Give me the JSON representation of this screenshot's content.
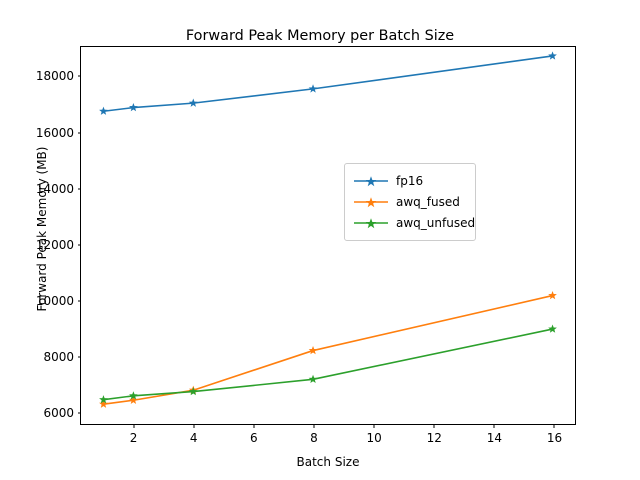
{
  "chart_data": {
    "type": "line",
    "title": "Forward Peak Memory per Batch Size",
    "xlabel": "Batch Size",
    "ylabel": "Forward Peak Memory (MB)",
    "x": [
      1,
      2,
      4,
      8,
      16
    ],
    "xlim": [
      0.25,
      16.75
    ],
    "ylim": [
      5550,
      19050
    ],
    "xticks": [
      2,
      4,
      6,
      8,
      10,
      12,
      14,
      16
    ],
    "xtick_labels": [
      "2",
      "4",
      "6",
      "8",
      "10",
      "12",
      "14",
      "16"
    ],
    "yticks": [
      6000,
      8000,
      10000,
      12000,
      14000,
      16000,
      18000
    ],
    "ytick_labels": [
      "6000",
      "8000",
      "10000",
      "12000",
      "14000",
      "16000",
      "18000"
    ],
    "grid": false,
    "legend_position": "center right",
    "marker": "star",
    "series": [
      {
        "name": "fp16",
        "color": "#1f77b4",
        "values": [
          16750,
          16880,
          17040,
          17550,
          18730
        ]
      },
      {
        "name": "awq_fused",
        "color": "#ff7f0e",
        "values": [
          6260,
          6400,
          6760,
          8180,
          10150
        ]
      },
      {
        "name": "awq_unfused",
        "color": "#2ca02c",
        "values": [
          6420,
          6560,
          6710,
          7150,
          8950
        ]
      }
    ]
  }
}
